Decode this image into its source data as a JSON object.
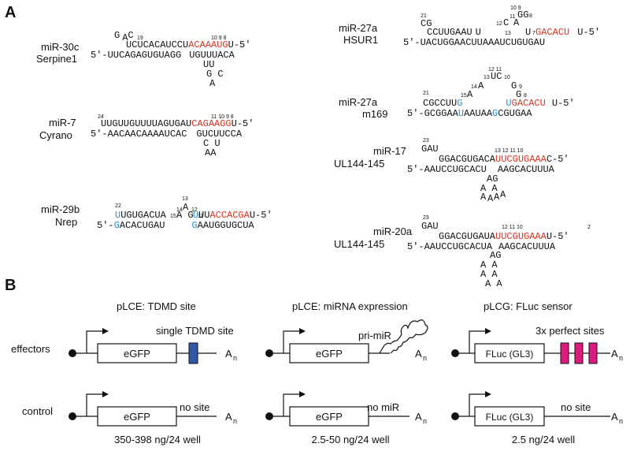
{
  "panels": {
    "a": "A",
    "b": "B"
  },
  "panelA": {
    "mir30c": {
      "name1": "miR-30c",
      "name2": "Serpine1"
    },
    "mir7": {
      "name1": "miR-7",
      "name2": "Cyrano"
    },
    "mir29b": {
      "name1": "miR-29b",
      "name2": "Nrep"
    },
    "mir27a_hsur1": {
      "name1": "miR-27a",
      "name2": "HSUR1"
    },
    "mir27a_m169": {
      "name1": "miR-27a",
      "name2": "m169"
    },
    "mir17": {
      "name1": "miR-17",
      "name2": "UL144-145"
    },
    "mir20a": {
      "name1": "miR-20a",
      "name2": "UL144-145"
    }
  },
  "panelB": {
    "rows": {
      "effectors": "effectors",
      "control": "control"
    },
    "col1": {
      "title": "pLCE: TDMD site",
      "gene": "eGFP",
      "feature": "single TDMD site",
      "control_note": "no site",
      "amount": "350-398 ng/24 well"
    },
    "col2": {
      "title": "pLCE: miRNA expression",
      "gene": "eGFP",
      "feature": "pri-miR",
      "control_note": "no miR",
      "amount": "2.5-50 ng/24 well"
    },
    "col3": {
      "title": "pLCG: FLuc sensor",
      "gene": "FLuc (GL3)",
      "feature": "3x perfect sites",
      "control_note": "no  site",
      "amount": "2.5 ng/24 well"
    },
    "polyA": "A",
    "polyA_sub": "n"
  },
  "colors": {
    "seed": "#e0301e",
    "mismatch": "#2a8ed0",
    "tdmd_site": "#2e5aa8",
    "perfect_sites": "#e0197f"
  }
}
